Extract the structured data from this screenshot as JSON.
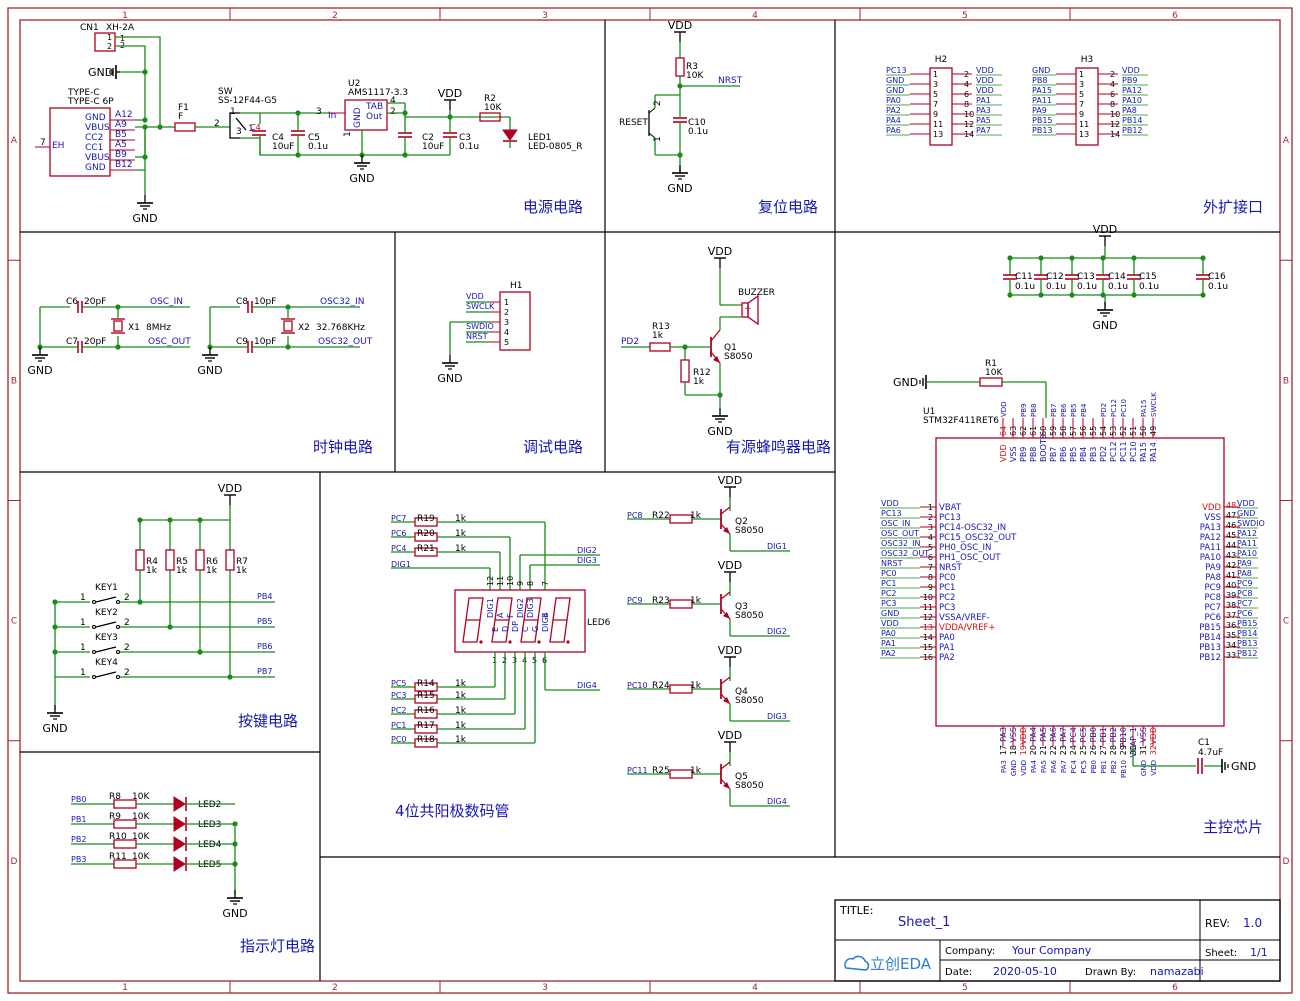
{
  "frame": {
    "cols": [
      "1",
      "2",
      "3",
      "4",
      "5",
      "6"
    ],
    "rows": [
      "A",
      "B",
      "C",
      "D"
    ]
  },
  "sections": {
    "power": "电源电路",
    "reset": "复位电路",
    "ext": "外扩接口",
    "clock": "时钟电路",
    "debug": "调试电路",
    "buzzer": "有源蜂鸣器电路",
    "keys": "按键电路",
    "seg": "4位共阳极数码管",
    "mcu": "主控芯片",
    "leds": "指示灯电路"
  },
  "power": {
    "cn1": "CN1",
    "cn1_val": "XH-2A",
    "cn1_p1": "1",
    "cn1_p2": "2",
    "gnd": "GND",
    "usb_name": "TYPE-C",
    "usb_val": "TYPE-C 6P",
    "usb_pins": [
      "GND",
      "VBUS",
      "CC2",
      "CC1",
      "VBUS",
      "GND"
    ],
    "usb_nums": [
      "A12",
      "A9",
      "B5",
      "A5",
      "B9",
      "B12"
    ],
    "usb_eh": "EH",
    "usb_eh_num": "7",
    "f1": "F1",
    "f1_val": "F",
    "sw": "SW",
    "sw_val": "SS-12F44-G5",
    "sw_p1": "1",
    "sw_p2": "2",
    "sw_p3": "3",
    "c4": "C4",
    "c4_val": "10uF",
    "c5": "C5",
    "c5_val": "0.1u",
    "u2": "U2",
    "u2_val": "AMS1117-3.3",
    "u2_in": "In",
    "u2_out": "Out",
    "u2_tab": "TAB",
    "u2_gnd": "GND",
    "u2_n3": "3",
    "u2_n2": "2",
    "u2_n4": "4",
    "u2_n1": "1",
    "c2": "C2",
    "c2_val": "10uF",
    "c3": "C3",
    "c3_val": "0.1u",
    "vdd": "VDD",
    "r2": "R2",
    "r2_val": "10K",
    "led1": "LED1",
    "led1_val": "LED-0805_R"
  },
  "reset": {
    "vdd": "VDD",
    "r3": "R3",
    "r3_val": "10K",
    "nrst": "NRST",
    "btn": "RESET",
    "btn_p1": "1",
    "btn_p2": "2",
    "c10": "C10",
    "c10_val": "0.1u",
    "gnd": "GND"
  },
  "ext": {
    "h2": "H2",
    "h3": "H3",
    "h2_left_nets": [
      "PC13",
      "GND",
      "GND",
      "PA0",
      "PA2",
      "PA4",
      "PA6"
    ],
    "h2_right_nets": [
      "VDD",
      "VDD",
      "VDD",
      "PA1",
      "PA3",
      "PA5",
      "PA7"
    ],
    "h3_left_nets": [
      "GND",
      "PB8",
      "PA15",
      "PA11",
      "PA9",
      "PB15",
      "PB13"
    ],
    "h3_right_nets": [
      "VDD",
      "PB9",
      "PA12",
      "PA10",
      "PA8",
      "PB14",
      "PB12"
    ],
    "odd": [
      "1",
      "3",
      "5",
      "7",
      "9",
      "11",
      "13"
    ],
    "even": [
      "2",
      "4",
      "6",
      "8",
      "10",
      "12",
      "14"
    ]
  },
  "clock": {
    "c6": "C6",
    "c6_val": "20pF",
    "c7": "C7",
    "c7_val": "20pF",
    "x1": "X1",
    "x1_val": "8MHz",
    "osc_in": "OSC_IN",
    "osc_out": "OSC_OUT",
    "c8": "C8",
    "c8_val": "10pF",
    "c9": "C9",
    "c9_val": "10pF",
    "x2": "X2",
    "x2_val": "32.768KHz",
    "osc32_in": "OSC32_IN",
    "osc32_out": "OSC32_OUT",
    "gnd": "GND"
  },
  "debug": {
    "h1": "H1",
    "nets": [
      "VDD",
      "SWCLK",
      "SWDIO",
      "NRST"
    ],
    "pins": [
      "1",
      "2",
      "3",
      "4",
      "5"
    ],
    "gnd": "GND"
  },
  "buzzer": {
    "vdd": "VDD",
    "name": "BUZZER",
    "plus": "+",
    "q1": "Q1",
    "q1_val": "S8050",
    "r13": "R13",
    "r13_val": "1k",
    "r12": "R12",
    "r12_val": "1k",
    "pd2": "PD2",
    "gnd": "GND"
  },
  "keys": {
    "vdd": "VDD",
    "res": [
      {
        "name": "R4",
        "val": "1k"
      },
      {
        "name": "R5",
        "val": "1k"
      },
      {
        "name": "R6",
        "val": "1k"
      },
      {
        "name": "R7",
        "val": "1k"
      }
    ],
    "keys": [
      "KEY1",
      "KEY2",
      "KEY3",
      "KEY4"
    ],
    "nets": [
      "PB4",
      "PB5",
      "PB6",
      "PB7"
    ],
    "p1": "1",
    "p2": "2",
    "gnd": "GND"
  },
  "seg": {
    "top_res": [
      {
        "net": "PC7",
        "name": "R19",
        "val": "1k"
      },
      {
        "net": "PC6",
        "name": "R20",
        "val": "1k"
      },
      {
        "net": "PC4",
        "name": "R21",
        "val": "1k"
      }
    ],
    "dig1": "DIG1",
    "dig2": "DIG2",
    "dig3": "DIG3",
    "dig4": "DIG4",
    "bot_res": [
      {
        "net": "PC5",
        "name": "R14",
        "val": "1k"
      },
      {
        "net": "PC3",
        "name": "R15",
        "val": "1k"
      },
      {
        "net": "PC2",
        "name": "R16",
        "val": "1k"
      },
      {
        "net": "PC1",
        "name": "R17",
        "val": "1k"
      },
      {
        "net": "PC0",
        "name": "R18",
        "val": "1k"
      }
    ],
    "led6": "LED6",
    "top_pin_nums": [
      "12",
      "11",
      "10",
      "9",
      "8",
      "7"
    ],
    "top_pin_names": [
      "DIG1",
      "A",
      "F",
      "DIG2",
      "DIG3",
      "B"
    ],
    "bot_pin_nums": [
      "1",
      "2",
      "3",
      "4",
      "5",
      "6"
    ],
    "bot_pin_names": [
      "E",
      "D",
      "DP",
      "C",
      "G",
      "DIG4"
    ],
    "drivers": [
      {
        "net": "PC8",
        "r": "R22",
        "rv": "1k",
        "q": "Q2",
        "qv": "S8050",
        "dig": "DIG1"
      },
      {
        "net": "PC9",
        "r": "R23",
        "rv": "1k",
        "q": "Q3",
        "qv": "S8050",
        "dig": "DIG2"
      },
      {
        "net": "PC10",
        "r": "R24",
        "rv": "1k",
        "q": "Q4",
        "qv": "S8050",
        "dig": "DIG3"
      },
      {
        "net": "PC11",
        "r": "R25",
        "rv": "1k",
        "q": "Q5",
        "qv": "S8050",
        "dig": "DIG4"
      }
    ],
    "vdd": "VDD"
  },
  "mcu": {
    "vdd": "VDD",
    "gnd": "GND",
    "caps": [
      {
        "name": "C11",
        "val": "0.1u"
      },
      {
        "name": "C12",
        "val": "0.1u"
      },
      {
        "name": "C13",
        "val": "0.1u"
      },
      {
        "name": "C14",
        "val": "0.1u"
      },
      {
        "name": "C15",
        "val": "0.1u"
      },
      {
        "name": "C16",
        "val": "0.1u"
      }
    ],
    "r1": "R1",
    "r1_val": "10K",
    "u1": "U1",
    "u1_val": "STM32F411RET6",
    "left_pins": [
      {
        "num": "1",
        "name": "VBAT",
        "net": "VDD"
      },
      {
        "num": "2",
        "name": "PC13",
        "net": "PC13"
      },
      {
        "num": "3",
        "name": "PC14-OSC32_IN",
        "net": "OSC_IN"
      },
      {
        "num": "4",
        "name": "PC15_OSC32_OUT",
        "net": "OSC_OUT"
      },
      {
        "num": "5",
        "name": "PH0_OSC_IN",
        "net": "OSC32_IN"
      },
      {
        "num": "6",
        "name": "PH1_OSC_OUT",
        "net": "OSC32_OUT"
      },
      {
        "num": "7",
        "name": "NRST",
        "net": "NRST"
      },
      {
        "num": "8",
        "name": "PC0",
        "net": "PC0"
      },
      {
        "num": "9",
        "name": "PC1",
        "net": "PC1"
      },
      {
        "num": "10",
        "name": "PC2",
        "net": "PC2"
      },
      {
        "num": "11",
        "name": "PC3",
        "net": "PC3"
      },
      {
        "num": "12",
        "name": "VSSA/VREF-",
        "net": "GND"
      },
      {
        "num": "13",
        "name": "VDDA/VREF+",
        "net": "VDD"
      },
      {
        "num": "14",
        "name": "PA0",
        "net": "PA0"
      },
      {
        "num": "15",
        "name": "PA1",
        "net": "PA1"
      },
      {
        "num": "16",
        "name": "PA2",
        "net": "PA2"
      }
    ],
    "right_pins": [
      {
        "num": "48",
        "name": "VDD",
        "net": "VDD"
      },
      {
        "num": "47",
        "name": "VSS",
        "net": "GND"
      },
      {
        "num": "46",
        "name": "PA13",
        "net": "SWDIO"
      },
      {
        "num": "45",
        "name": "PA12",
        "net": "PA12"
      },
      {
        "num": "44",
        "name": "PA11",
        "net": "PA11"
      },
      {
        "num": "43",
        "name": "PA10",
        "net": "PA10"
      },
      {
        "num": "42",
        "name": "PA9",
        "net": "PA9"
      },
      {
        "num": "41",
        "name": "PA8",
        "net": "PA8"
      },
      {
        "num": "40",
        "name": "PC9",
        "net": "PC9"
      },
      {
        "num": "39",
        "name": "PC8",
        "net": "PC8"
      },
      {
        "num": "38",
        "name": "PC7",
        "net": "PC7"
      },
      {
        "num": "37",
        "name": "PC6",
        "net": "PC6"
      },
      {
        "num": "36",
        "name": "PB15",
        "net": "PB15"
      },
      {
        "num": "35",
        "name": "PB14",
        "net": "PB14"
      },
      {
        "num": "34",
        "name": "PB13",
        "net": "PB13"
      },
      {
        "num": "33",
        "name": "PB12",
        "net": "PB12"
      }
    ],
    "top_pins": [
      {
        "num": "64",
        "name": "VDD"
      },
      {
        "num": "63",
        "name": "VSS"
      },
      {
        "num": "62",
        "name": "PB9"
      },
      {
        "num": "61",
        "name": "PB8"
      },
      {
        "num": "60",
        "name": "BOOT0"
      },
      {
        "num": "59",
        "name": "PB7"
      },
      {
        "num": "58",
        "name": "PB6"
      },
      {
        "num": "57",
        "name": "PB5"
      },
      {
        "num": "56",
        "name": "PB4"
      },
      {
        "num": "55",
        "name": "PB3"
      },
      {
        "num": "54",
        "name": "PD2"
      },
      {
        "num": "53",
        "name": "PC12"
      },
      {
        "num": "52",
        "name": "PC11"
      },
      {
        "num": "51",
        "name": "PC10"
      },
      {
        "num": "50",
        "name": "PA15"
      },
      {
        "num": "49",
        "name": "PA14"
      }
    ],
    "top_nets": [
      "VDD",
      "",
      "PB9",
      "PB8",
      "",
      "PB7",
      "PB6",
      "PB5",
      "PB4",
      "",
      "PD2",
      "PC12",
      "PC10",
      "",
      "PA15",
      "SWCLK"
    ],
    "bottom_pins": [
      {
        "num": "17",
        "name": "PA3"
      },
      {
        "num": "18",
        "name": "VSS"
      },
      {
        "num": "19",
        "name": "VDD"
      },
      {
        "num": "20",
        "name": "PA4"
      },
      {
        "num": "21",
        "name": "PA5"
      },
      {
        "num": "22",
        "name": "PA6"
      },
      {
        "num": "23",
        "name": "PA7"
      },
      {
        "num": "24",
        "name": "PC4"
      },
      {
        "num": "25",
        "name": "PC5"
      },
      {
        "num": "26",
        "name": "PB0"
      },
      {
        "num": "27",
        "name": "PB1"
      },
      {
        "num": "28",
        "name": "PB2"
      },
      {
        "num": "29",
        "name": "PB10"
      },
      {
        "num": "30",
        "name": "VCAP_1"
      },
      {
        "num": "31",
        "name": "VSS"
      },
      {
        "num": "32",
        "name": "VDD"
      }
    ],
    "bottom_nets": [
      "PA3",
      "GND",
      "VDD",
      "PA4",
      "PA5",
      "PA6",
      "PA7",
      "PC4",
      "PC5",
      "PB0",
      "PB1",
      "PB2",
      "PB10",
      "",
      "GND",
      "VDD"
    ],
    "c1": "C1",
    "c1_val": "4.7uF"
  },
  "leds": {
    "rows": [
      {
        "net": "PB0",
        "r": "R8",
        "rv": "10K",
        "led": "LED2"
      },
      {
        "net": "PB1",
        "r": "R9",
        "rv": "10K",
        "led": "LED3"
      },
      {
        "net": "PB2",
        "r": "R10",
        "rv": "10K",
        "led": "LED4"
      },
      {
        "net": "PB3",
        "r": "R11",
        "rv": "10K",
        "led": "LED5"
      }
    ],
    "gnd": "GND"
  },
  "title_block": {
    "title_label": "TITLE:",
    "title": "Sheet_1",
    "rev_label": "REV:",
    "rev": "1.0",
    "company_label": "Company:",
    "company": "Your Company",
    "sheet_label": "Sheet:",
    "sheet": "1/1",
    "date_label": "Date:",
    "date": "2020-05-10",
    "drawn_label": "Drawn By:",
    "drawn": "namazabi",
    "logo": "立创EDA"
  },
  "colors": {
    "frame": "#a0262e",
    "wire": "#1a8a1a",
    "part": "#b00020",
    "text": "#1818b0",
    "black": "#000000"
  }
}
